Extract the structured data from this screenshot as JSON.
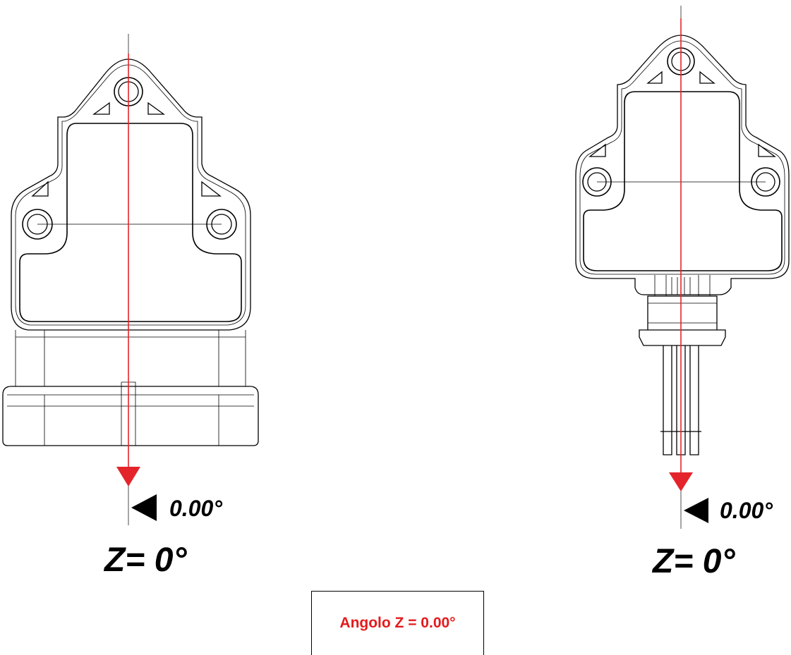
{
  "colors": {
    "line": "#000000",
    "axis": "#e4242b",
    "readout": "#e41a1c"
  },
  "sensors": [
    {
      "name": "left",
      "angle_text": "0.00°",
      "z_text": "Z= 0°",
      "rotation_deg": 0
    },
    {
      "name": "right",
      "angle_text": "0.00°",
      "z_text": "Z= 0°",
      "rotation_deg": 0
    }
  ],
  "readout": {
    "text": "Angolo Z = 0.00°"
  }
}
